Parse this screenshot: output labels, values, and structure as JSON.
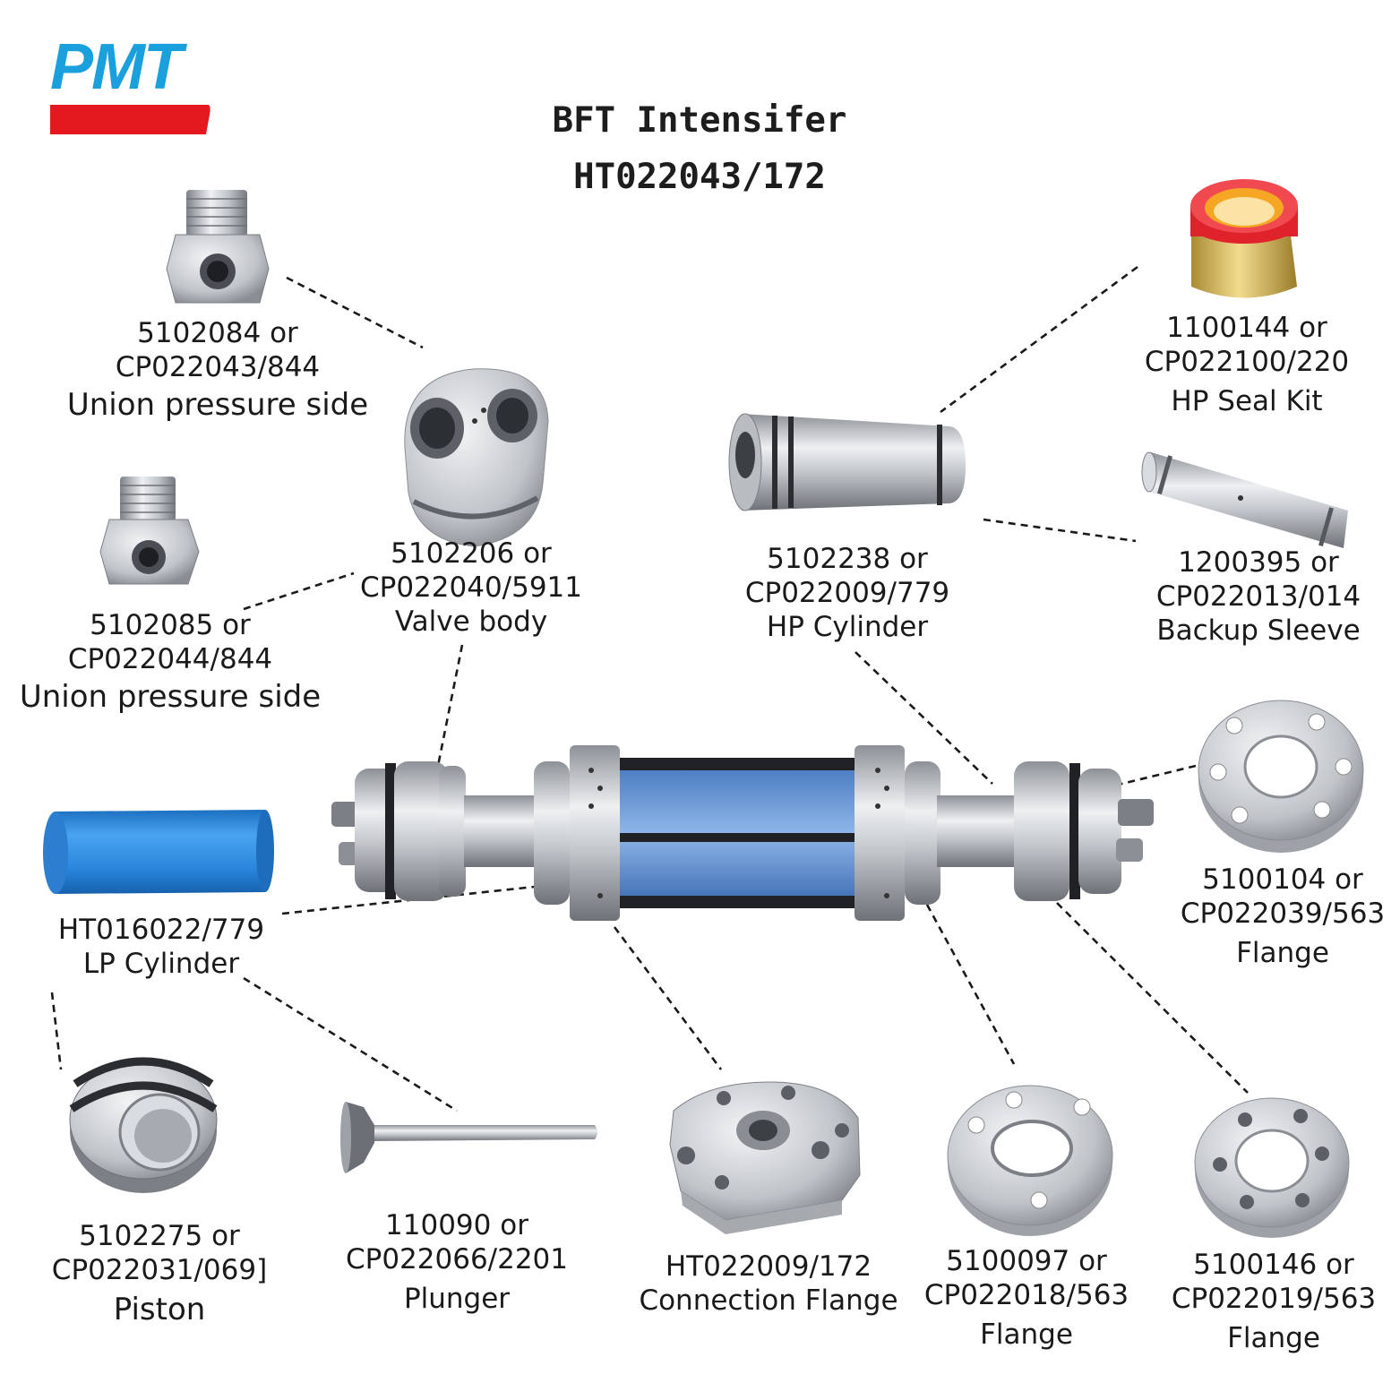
{
  "brand": {
    "name": "PMT",
    "color": "#1aa0dc",
    "bar_color": "#e3191f"
  },
  "title": {
    "line1": "BFT Intensifer",
    "line2": "HT022043/172"
  },
  "parts": [
    {
      "id": "union1",
      "lines": [
        "5102084 or",
        "CP022043/844",
        "Union pressure side"
      ]
    },
    {
      "id": "union2",
      "lines": [
        "5102085 or",
        "CP022044/844",
        "Union pressure side"
      ]
    },
    {
      "id": "valve",
      "lines": [
        "5102206 or",
        "CP022040/5911",
        "Valve body"
      ]
    },
    {
      "id": "hpcyl",
      "lines": [
        "5102238 or",
        "CP022009/779",
        "HP Cylinder"
      ]
    },
    {
      "id": "seal",
      "lines": [
        "1100144 or",
        "CP022100/220",
        "HP Seal Kit"
      ]
    },
    {
      "id": "sleeve",
      "lines": [
        "1200395 or",
        "CP022013/014",
        "Backup Sleeve"
      ]
    },
    {
      "id": "flange1",
      "lines": [
        "5100104 or",
        "CP022039/563",
        "Flange"
      ]
    },
    {
      "id": "lpcyl",
      "lines": [
        "HT016022/779",
        "LP Cylinder"
      ]
    },
    {
      "id": "piston",
      "lines": [
        "5102275 or",
        "CP022031/069]",
        "Piston"
      ]
    },
    {
      "id": "plunger",
      "lines": [
        "110090 or",
        "CP022066/2201",
        "Plunger"
      ]
    },
    {
      "id": "connfl",
      "lines": [
        "HT022009/172",
        "Connection Flange"
      ]
    },
    {
      "id": "flange2",
      "lines": [
        "5100097 or",
        "CP022018/563",
        "Flange"
      ]
    },
    {
      "id": "flange3",
      "lines": [
        "5100146 or",
        "CP022019/563",
        "Flange"
      ]
    }
  ],
  "icons": [
    "union-fitting-icon",
    "valve-body-icon",
    "hp-cylinder-icon",
    "seal-kit-icon",
    "backup-sleeve-icon",
    "flange-icon",
    "lp-cylinder-icon",
    "piston-icon",
    "plunger-icon",
    "connection-flange-icon",
    "intensifier-assembly-icon"
  ],
  "colors": {
    "steel": "#c9ccd0",
    "lp_cylinder_blue": "#2e8ee0",
    "seal_red": "#e0232b",
    "seal_orange": "#f5a623",
    "seal_brass": "#d9b75a"
  }
}
